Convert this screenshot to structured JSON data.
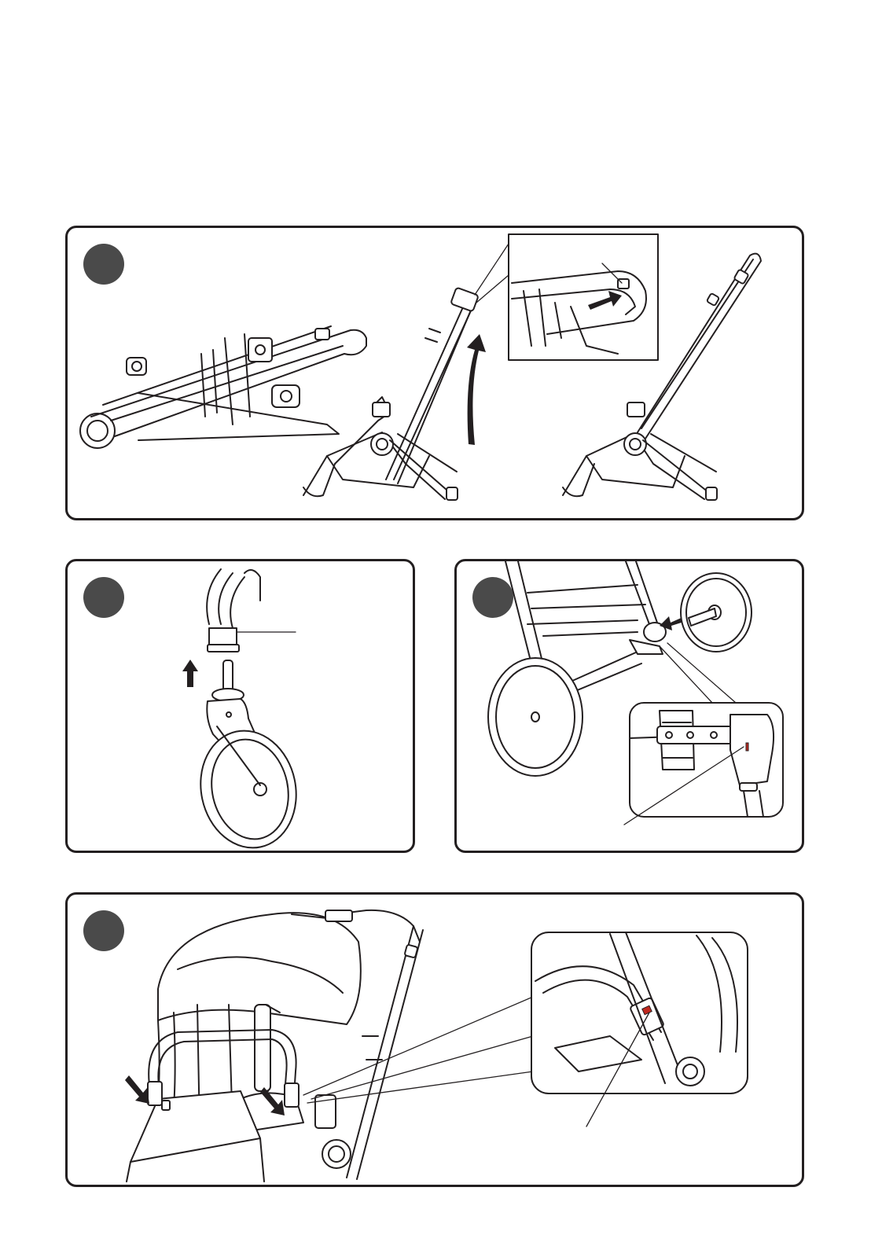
{
  "page": {
    "background": "#ffffff",
    "line_color": "#231f20",
    "badge_color": "#4a4a4a",
    "indicator_color": "#c0281f"
  },
  "steps": [
    {
      "id": "step-1",
      "badge": "",
      "content": "unfolding-stroller-frame",
      "icons": [
        "folded-frame-illustration",
        "lift-handle-arrow-icon",
        "release-button-arrow-icon",
        "unfolded-frame-illustration"
      ]
    },
    {
      "id": "step-2",
      "badge": "",
      "content": "attach-front-wheel",
      "icons": [
        "up-arrow-icon",
        "front-wheel-illustration"
      ]
    },
    {
      "id": "step-3",
      "badge": "",
      "content": "attach-rear-wheel",
      "icons": [
        "insert-arrow-icon",
        "rear-wheel-illustration",
        "lock-indicator-detail"
      ]
    },
    {
      "id": "step-4",
      "badge": "",
      "content": "attach-bumper-bar",
      "icons": [
        "press-down-arrow-icon",
        "bumper-bar-illustration",
        "bumper-clip-detail"
      ]
    }
  ]
}
